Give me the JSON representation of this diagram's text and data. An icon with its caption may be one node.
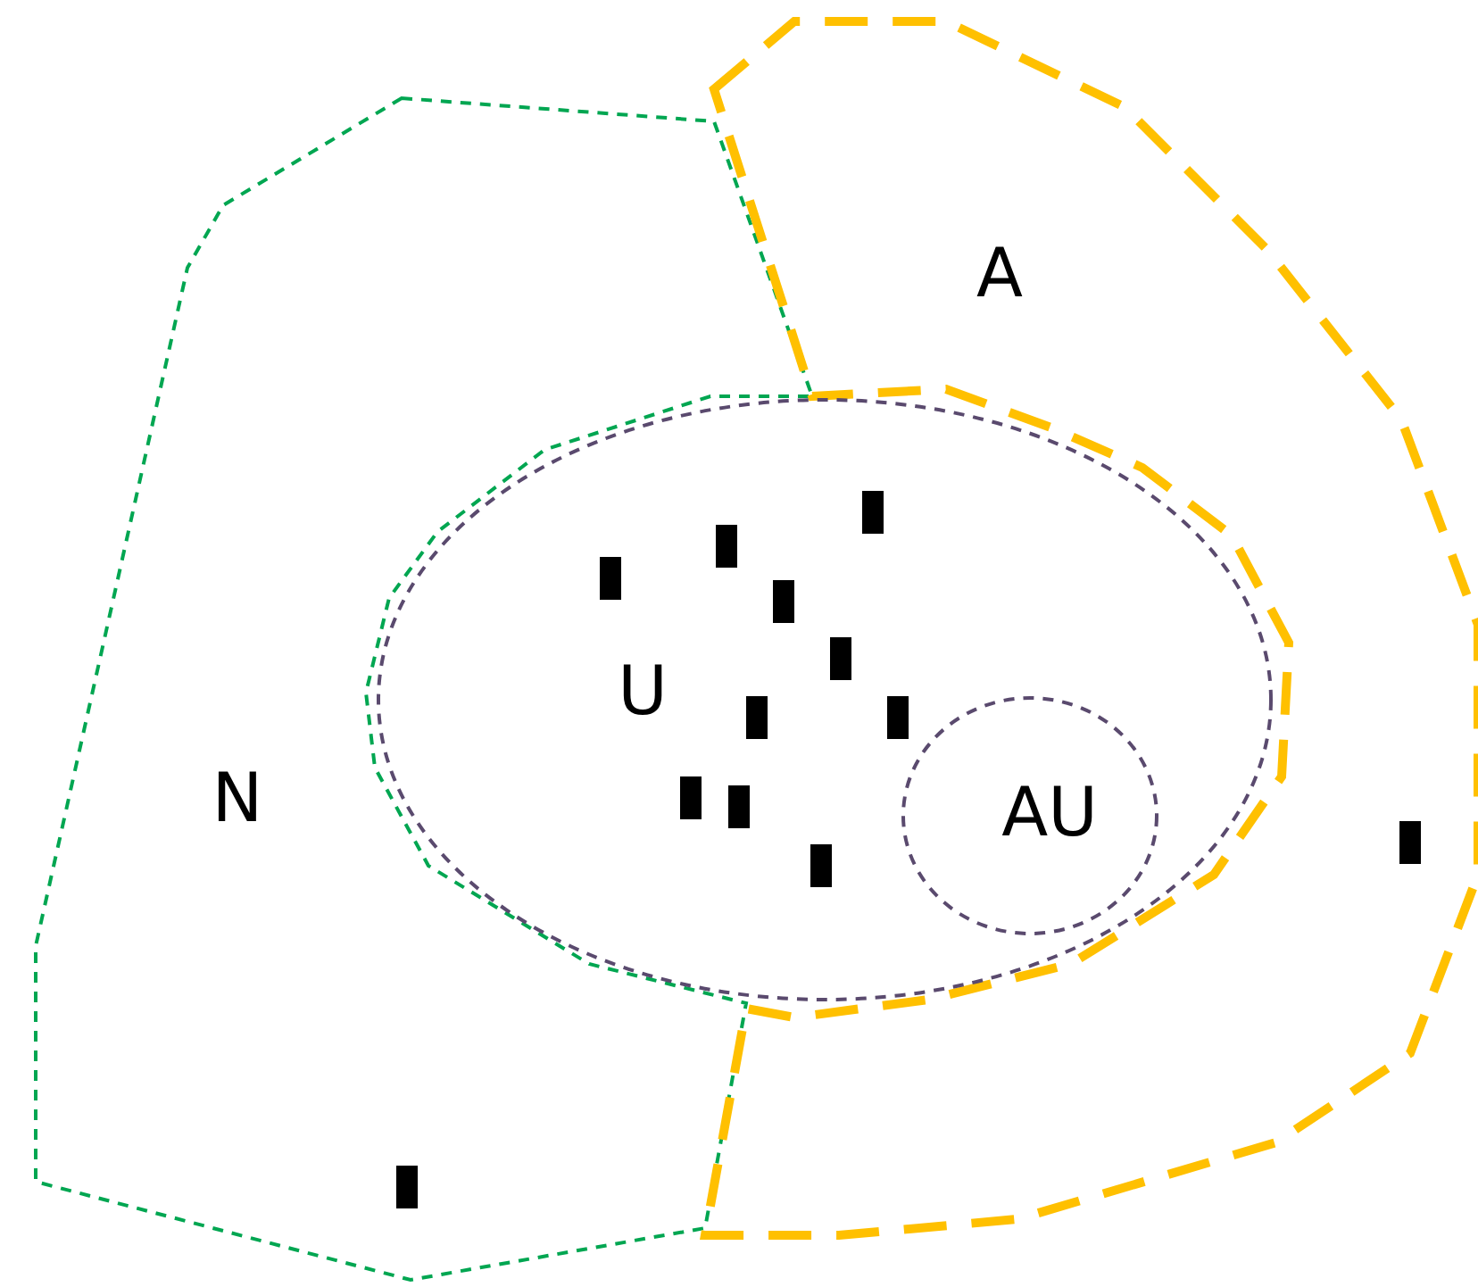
{
  "diagram": {
    "nodes": [
      {
        "text": [
          "N"
        ]
      },
      {
        "text": [
          "A"
        ]
      },
      {
        "text": [
          "U"
        ]
      },
      {
        "text": [
          "AU"
        ],
        "in": 2
      }
    ]
  }
}
